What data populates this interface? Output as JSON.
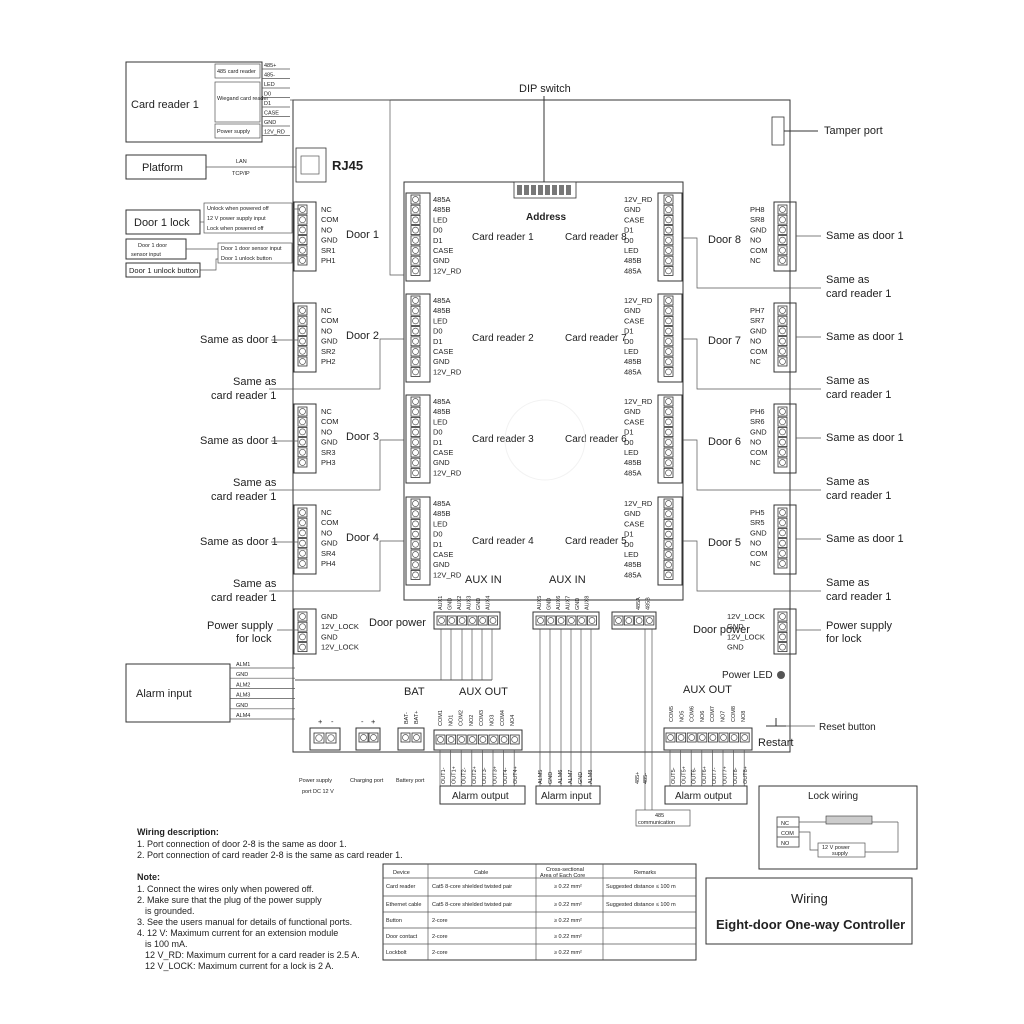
{
  "rj45": "RJ45",
  "dip_switch": "DIP switch",
  "address": "Address",
  "tamper_port": "Tamper port",
  "card_reader_1_box": "Card reader 1",
  "cr1_inner": {
    "c485": "485 card reader",
    "wiegand": "Wiegand card reader",
    "power": "Power supply",
    "pins": [
      "485+",
      "485-",
      "LED",
      "D0",
      "D1",
      "CASE",
      "GND",
      "12V_RD"
    ]
  },
  "platform": "Platform",
  "lan": "LAN",
  "tcpip": "TCP/IP",
  "door1_lock_box": "Door 1 lock",
  "door1_lock_lines": [
    "Unlock when powered off",
    "12 V power supply input",
    "Lock when powered off"
  ],
  "door1_sensor_box": "Door 1 door sensor input",
  "door1_sensor_lines": [
    "Door 1 door sensor input",
    "Door 1 unlock button"
  ],
  "door1_unlock_box": "Door 1 unlock button",
  "door_pins_a": [
    "NC",
    "COM",
    "NO",
    "GND"
  ],
  "doors_left": [
    {
      "name": "Door 1",
      "sr": "SR1",
      "ph": "PH1"
    },
    {
      "name": "Door 2",
      "sr": "SR2",
      "ph": "PH2"
    },
    {
      "name": "Door 3",
      "sr": "SR3",
      "ph": "PH3"
    },
    {
      "name": "Door 4",
      "sr": "SR4",
      "ph": "PH4"
    }
  ],
  "doors_right": [
    {
      "name": "Door 8",
      "sr": "SR8",
      "ph": "PH8"
    },
    {
      "name": "Door 7",
      "sr": "SR7",
      "ph": "PH7"
    },
    {
      "name": "Door 6",
      "sr": "SR6",
      "ph": "PH6"
    },
    {
      "name": "Door 5",
      "sr": "SR5",
      "ph": "PH5"
    }
  ],
  "right_pins_b": [
    "GND",
    "NO",
    "COM",
    "NC"
  ],
  "same_as_door1": "Same as door 1",
  "same_as_cr1_a": "Same as",
  "same_as_cr1_b": "card reader 1",
  "reader_pins_left": [
    "485A",
    "485B",
    "LED",
    "D0",
    "D1",
    "CASE",
    "GND",
    "12V_RD"
  ],
  "reader_pins_right_top": [
    "12V_RD",
    "GND",
    "CASE",
    "D1",
    "D0",
    "LED",
    "485B",
    "485A"
  ],
  "readers_left": [
    "Card reader 1",
    "Card reader 2",
    "Card reader 3",
    "Card reader 4"
  ],
  "readers_right": [
    "Card reader 8",
    "Card reader 7",
    "Card reader 6",
    "Card reader 5"
  ],
  "aux_in": "AUX IN",
  "aux_in_left_pins": [
    "AUX1",
    "GND",
    "AUX2",
    "AUX3",
    "GND",
    "AUX4"
  ],
  "aux_in_right_pins": [
    "AUX5",
    "GND",
    "AUX6",
    "AUX7",
    "GND",
    "AUX8"
  ],
  "rs485_pins": [
    "485A",
    "485B"
  ],
  "door_power": "Door power",
  "power_supply_for_lock": "Power supply for lock",
  "lock_pins_left": [
    "GND",
    "12V_LOCK",
    "GND",
    "12V_LOCK"
  ],
  "lock_pins_right": [
    "12V_LOCK",
    "GND",
    "12V_LOCK",
    "GND"
  ],
  "alarm_input_box": "Alarm input",
  "alarm_lines": [
    "ALM1",
    "GND",
    "ALM2",
    "ALM3",
    "GND",
    "ALM4"
  ],
  "power_led": "Power LED",
  "bat": "BAT",
  "bat_pins": [
    "BAT-",
    "BAT+"
  ],
  "aux_out": "AUX OUT",
  "aux_out_left_pins": [
    "COM1",
    "NO1",
    "COM2",
    "NO2",
    "COM3",
    "NO3",
    "COM4",
    "NO4"
  ],
  "aux_out_right_pins": [
    "COM5",
    "NO5",
    "COM6",
    "NO6",
    "COM7",
    "NO7",
    "COM8",
    "NO8"
  ],
  "restart": "Restart",
  "reset_button": "Reset button",
  "power_supply_port": "Power supply port DC 12 V",
  "charging_port": "Charging port",
  "battery_port": "Battery port",
  "out_left": [
    "OUT1-",
    "OUT1+",
    "OUT2-",
    "OUT2+",
    "OUT3-",
    "OUT3+",
    "OUT4-",
    "OUT4+"
  ],
  "out_right": [
    "OUT5-",
    "OUT5+",
    "OUT6-",
    "OUT6+",
    "OUT7-",
    "OUT7+",
    "OUT8-",
    "OUT8+"
  ],
  "alm_bottom": [
    "ALM5",
    "GND",
    "ALM6",
    "ALM7",
    "GND",
    "ALM8"
  ],
  "alarm_output": "Alarm output",
  "alarm_input": "Alarm input",
  "rs485_bottom": [
    "485+",
    "485-"
  ],
  "rs485_comm": "485 communication",
  "lock_wiring": {
    "title": "Lock wiring",
    "pins": [
      "NC",
      "COM",
      "NO"
    ],
    "psu": "12 V power supply"
  },
  "wiring_desc": {
    "title": "Wiring description:",
    "lines": [
      "1. Port connection of door 2-8 is the same as door 1.",
      "2. Port connection of card reader 2-8 is the same as card reader 1."
    ]
  },
  "note": {
    "title": "Note:",
    "lines": [
      "1. Connect the wires only when powered off.",
      "2. Make sure that the plug of the power supply",
      "    is grounded.",
      "3. See the users manual for details of functional ports.",
      "4. 12 V: Maximum current for an extension module",
      "    is 100 mA.",
      "   12 V_RD: Maximum current for a card reader is 2.5 A.",
      "   12 V_LOCK: Maximum current for a lock is 2 A."
    ]
  },
  "table": {
    "headers": [
      "Device",
      "Cable",
      "Cross-sectional Area of Each Core",
      "Remarks"
    ],
    "rows": [
      [
        "Card reader",
        "Cat5 8-core shielded twisted pair",
        "≥ 0.22 mm²",
        "Suggested distance ≤ 100 m"
      ],
      [
        "Ethernet cable",
        "Cat5 8-core shielded twisted pair",
        "≥ 0.22 mm²",
        "Suggested distance ≤ 100 m"
      ],
      [
        "Button",
        "2-core",
        "≥ 0.22 mm²",
        ""
      ],
      [
        "Door contact",
        "2-core",
        "≥ 0.22 mm²",
        ""
      ],
      [
        "Lockbolt",
        "2-core",
        "≥ 0.22 mm²",
        ""
      ]
    ]
  },
  "title_box": {
    "line1": "Wiring",
    "line2": "Eight-door One-way Controller"
  }
}
